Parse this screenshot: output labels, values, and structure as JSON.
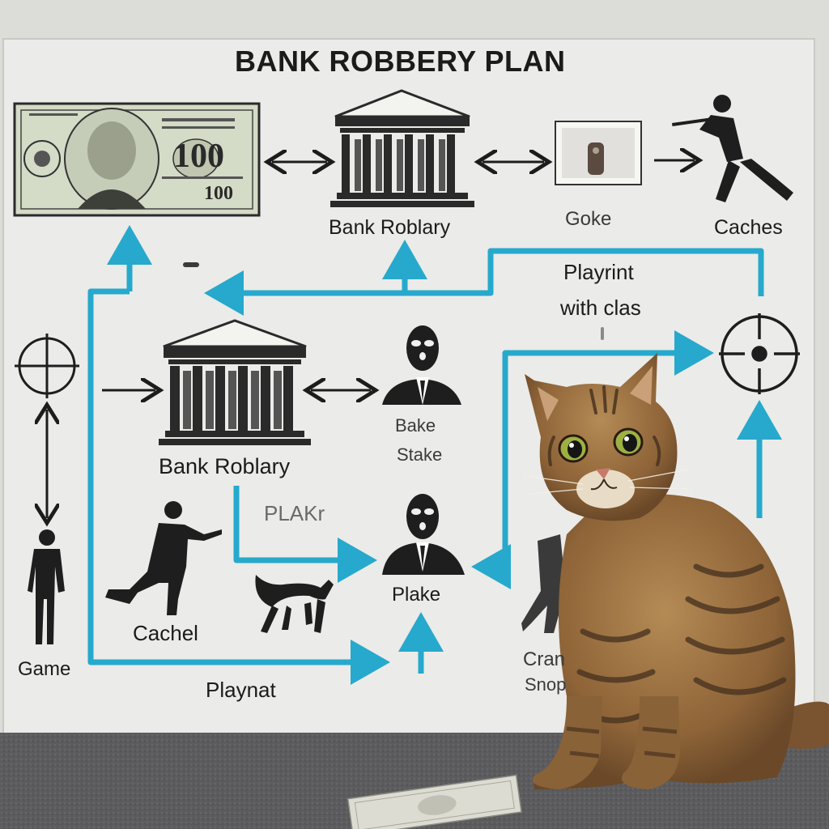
{
  "board": {
    "title": "BANK ROBBERY PLAN"
  },
  "labels": {
    "bank_top": "Bank Roblary",
    "goke": "Goke",
    "caches": "Caches",
    "playrint": "Playrint",
    "with_clas": "with clas",
    "bank_mid": "Bank Roblary",
    "bake": "Bake",
    "stake": "Stake",
    "plakr": "PLAKr",
    "plake": "Plake",
    "cachel": "Cachel",
    "game": "Game",
    "playnat": "Playnat",
    "cran": "Cran",
    "snop": "Snop"
  },
  "banknote": {
    "denomination": "100",
    "denomination_small": "100"
  },
  "colors": {
    "board": "#ebebe9",
    "frame": "#c8c8c4",
    "arrow_blue": "#26a9cc",
    "arrow_black": "#1c1c1c",
    "ink": "#1b1b1b",
    "carpet": "#5a5a5c",
    "cat_fur": "#9a7040",
    "cat_stripe": "#4a3420",
    "cat_eye": "#9db042",
    "banknote_green": "#d4dbc6"
  }
}
